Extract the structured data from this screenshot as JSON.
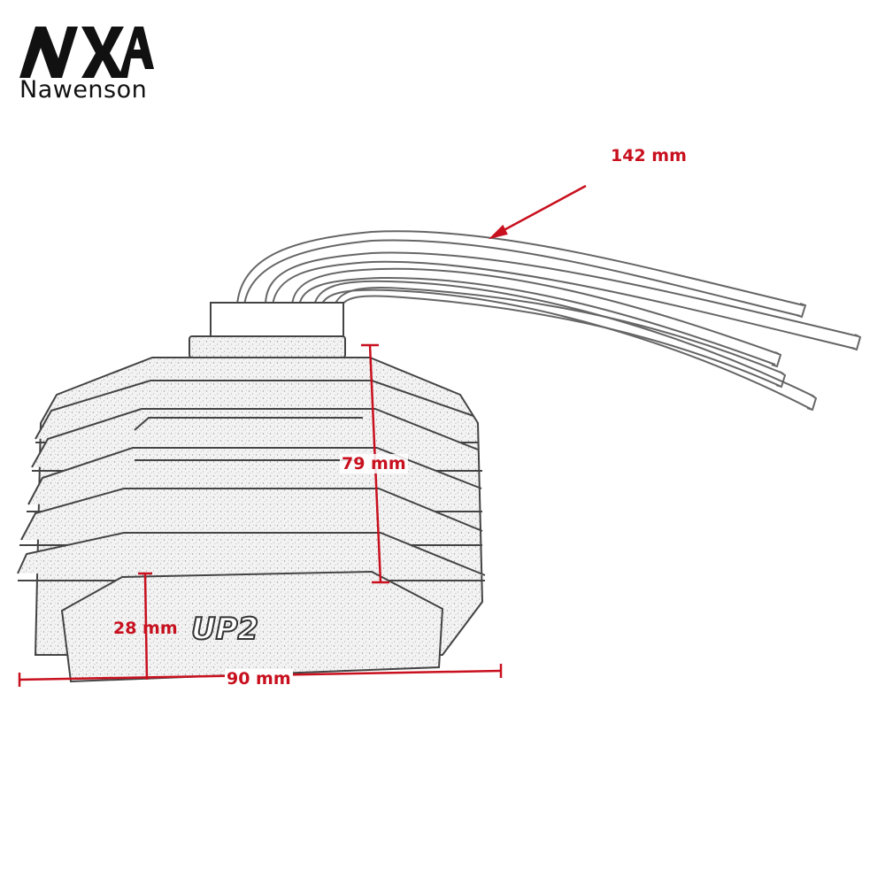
{
  "brand": {
    "logo_icon": "nawenson-logo-icon",
    "name": "Nawenson"
  },
  "product": {
    "illustration_icon": "voltage-regulator-rectifier-icon",
    "model_mark": "UP2",
    "wire_count": 5
  },
  "dimensions": {
    "cable_length": "142 mm",
    "height": "79 mm",
    "thickness": "28 mm",
    "width": "90 mm"
  },
  "colors": {
    "dimension": "#c8101e",
    "outline": "#444444",
    "wire": "#666666",
    "body_fill": "#f1f1f1",
    "logo": "#111111"
  }
}
